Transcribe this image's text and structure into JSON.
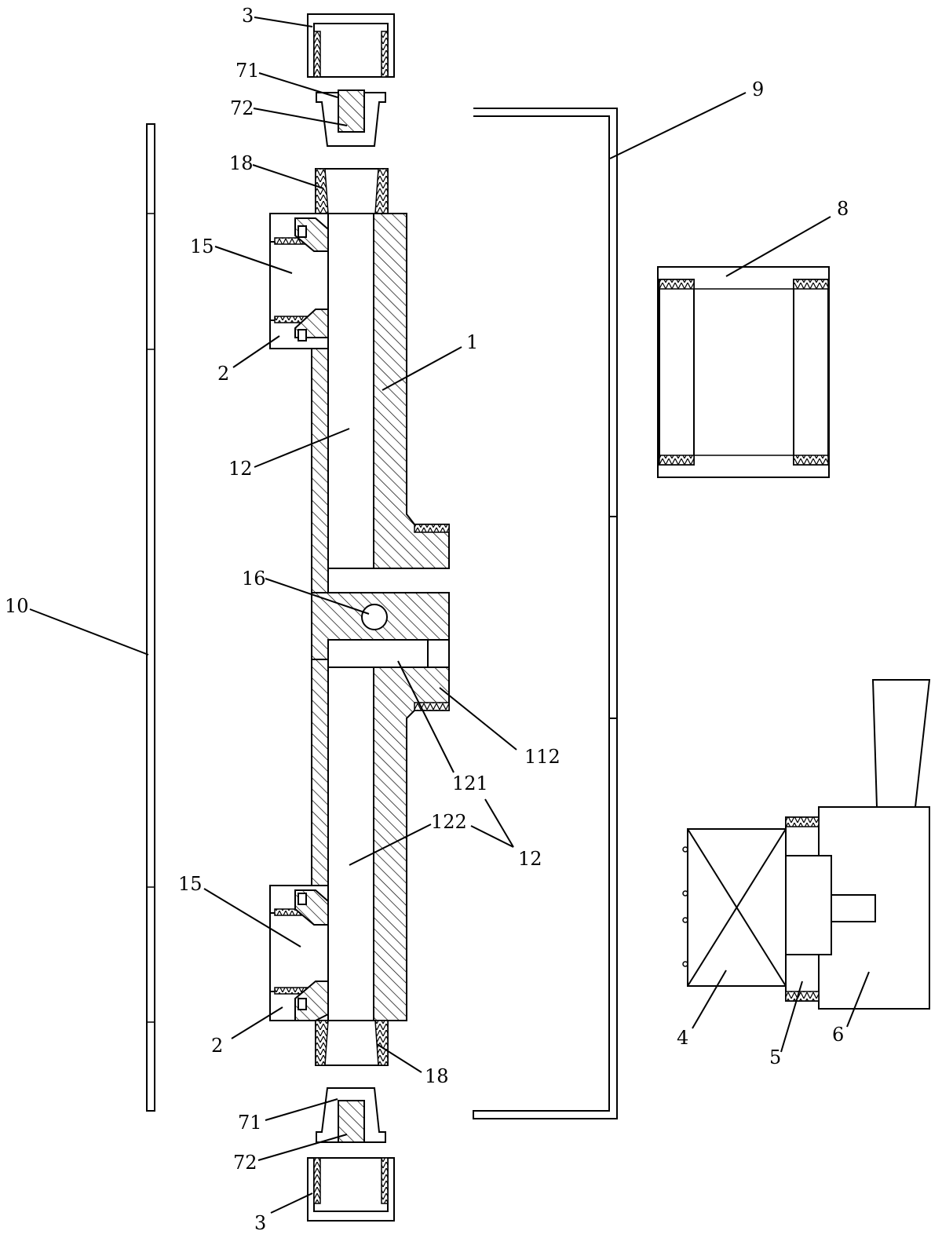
{
  "labels": {
    "l3_top": "3",
    "l71_top": "71",
    "l72_top": "72",
    "l18_top": "18",
    "l15_top": "15",
    "l2_top": "2",
    "l1": "1",
    "l12_top": "12",
    "l16": "16",
    "l10": "10",
    "l112": "112",
    "l121": "121",
    "l122": "122",
    "l12_group": "12",
    "l15_bottom": "15",
    "l2_bottom": "2",
    "l18_bottom": "18",
    "l71_bottom": "71",
    "l72_bottom": "72",
    "l3_bottom": "3",
    "l9": "9",
    "l8": "8",
    "l4": "4",
    "l5": "5",
    "l6": "6"
  }
}
